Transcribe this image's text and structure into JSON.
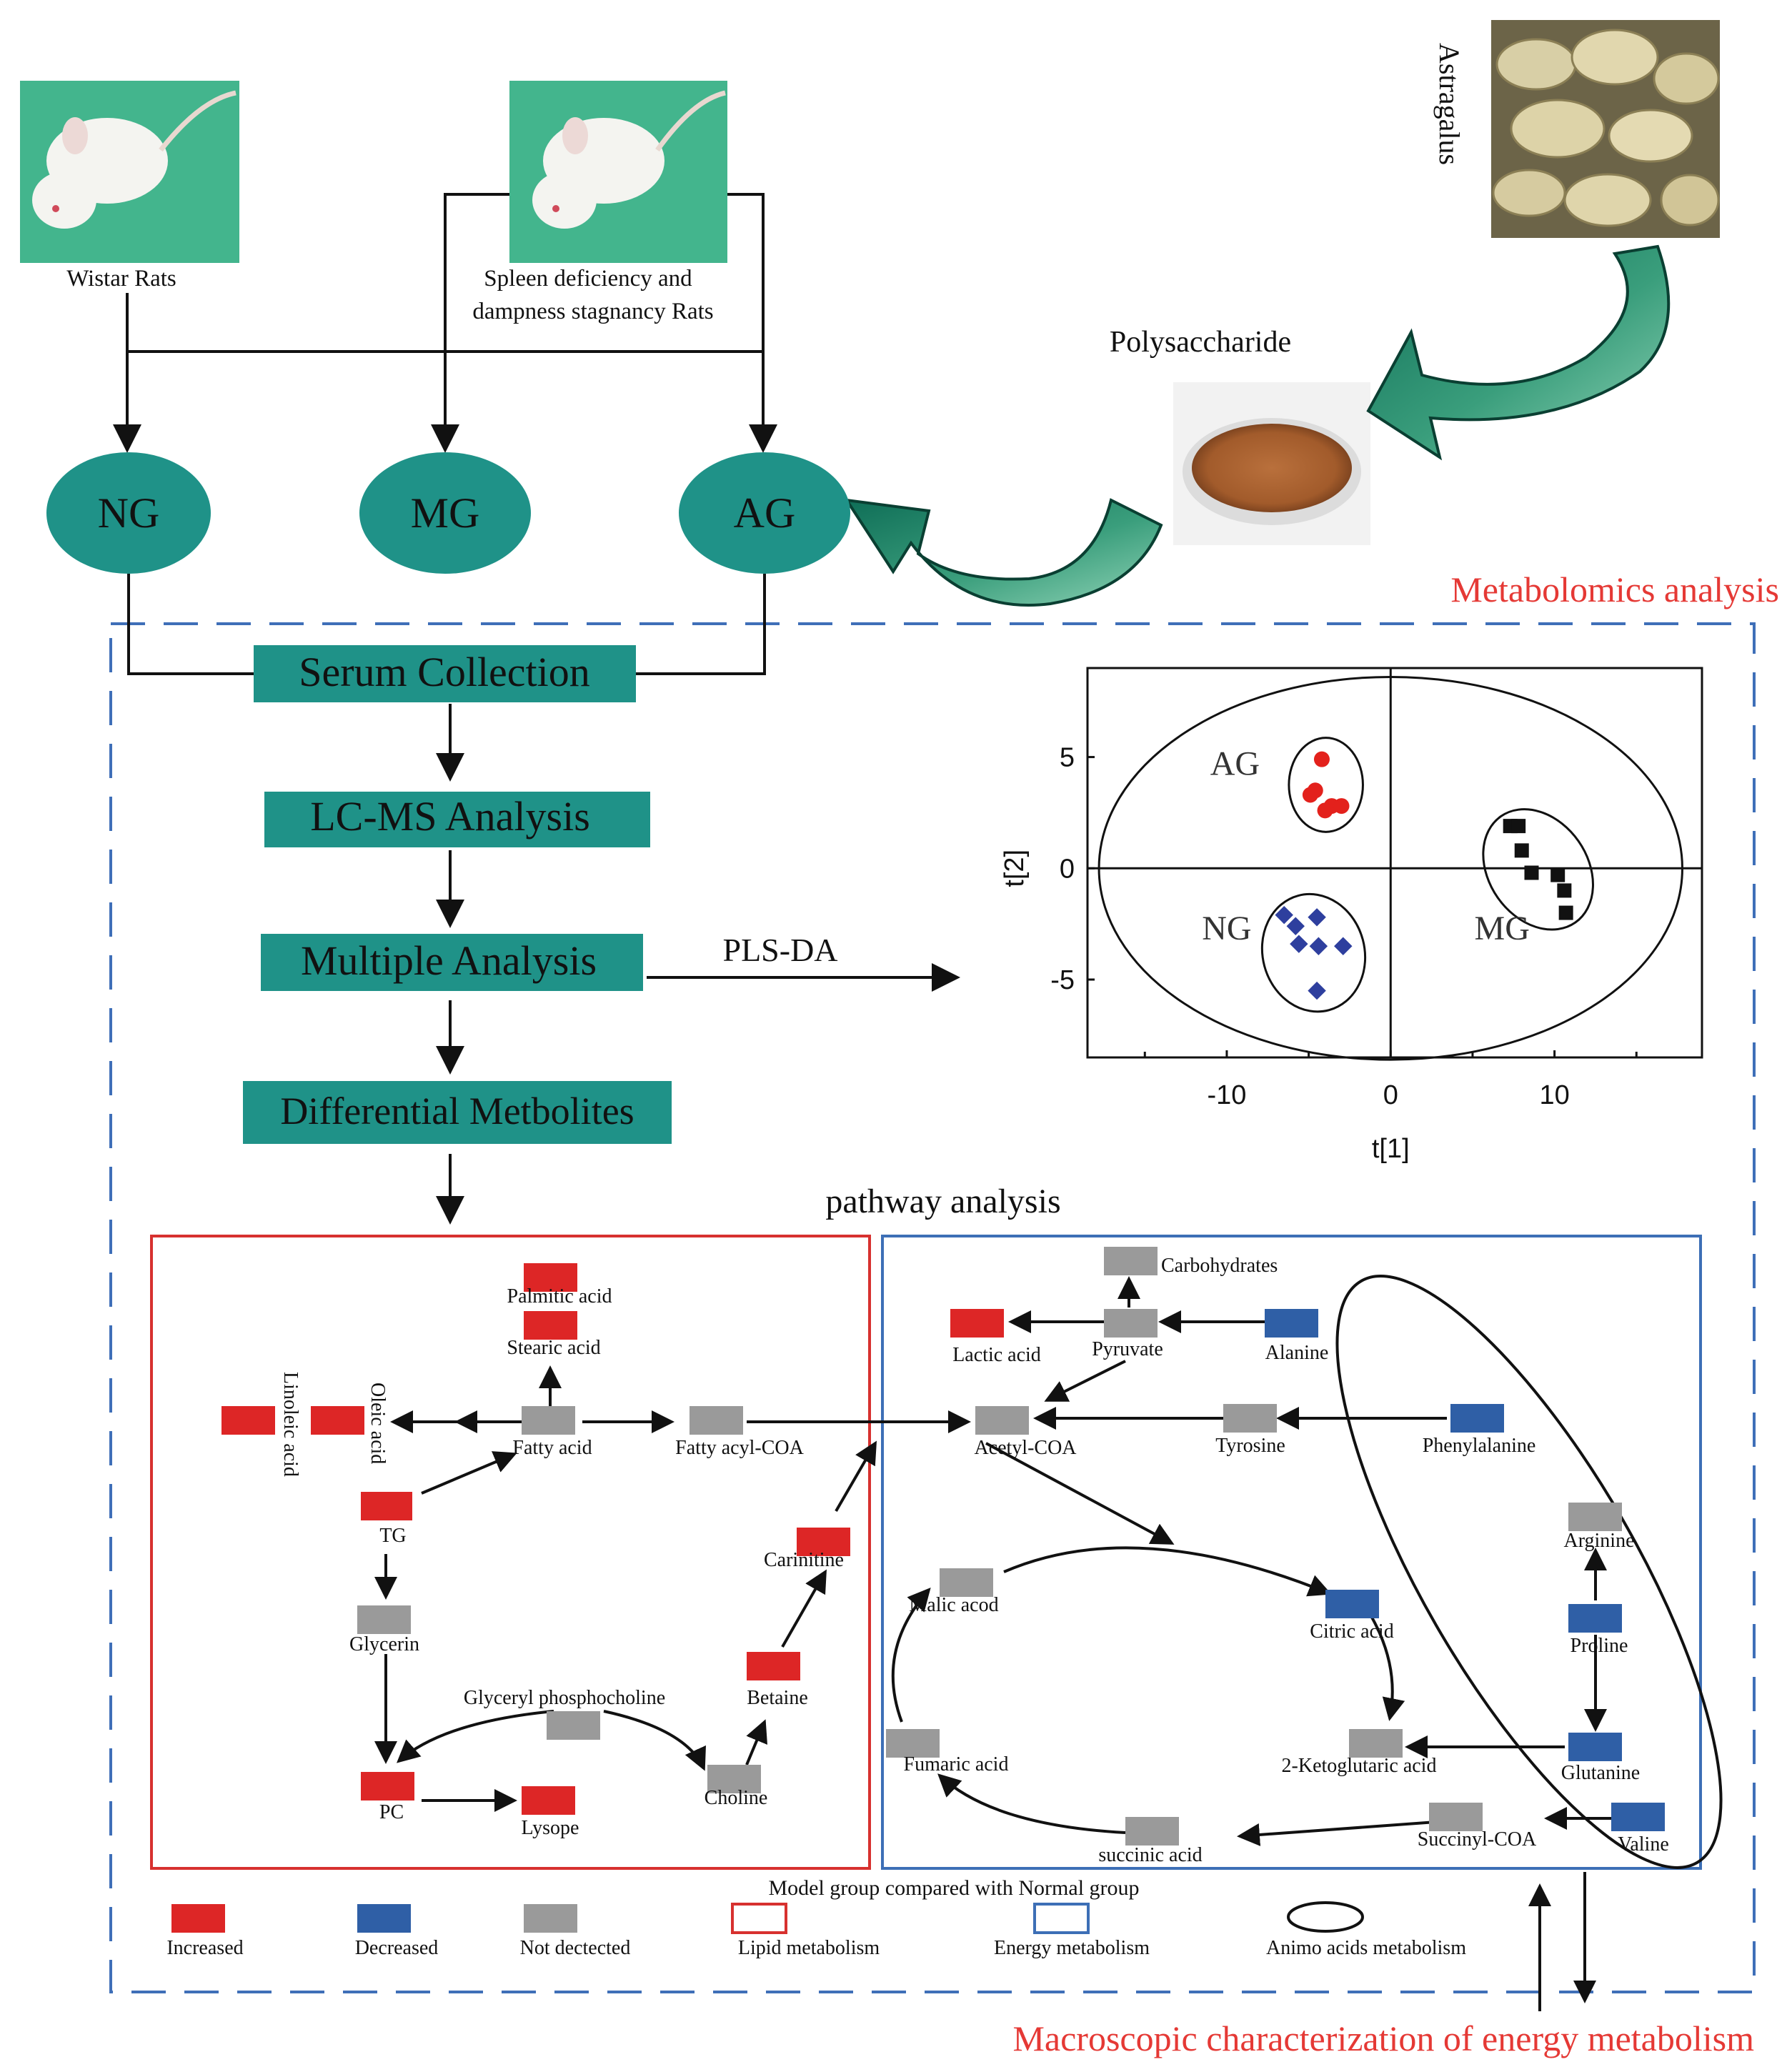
{
  "inputs": {
    "wistar_label": "Wistar Rats",
    "spleen_label_1": "Spleen deficiency and",
    "spleen_label_2": "dampness stagnancy Rats",
    "astragalus_label": "Astragalus",
    "polysaccharide_label": "Polysaccharide"
  },
  "groups": {
    "ng": "NG",
    "mg": "MG",
    "ag": "AG"
  },
  "section_title": "Metabolomics analysis",
  "flow": {
    "serum": "Serum Collection",
    "lcms": "LC-MS Analysis",
    "multiple": "Multiple Analysis",
    "differential": "Differential  Metbolites",
    "plsda": "PLS-DA"
  },
  "chart_data": {
    "type": "scatter",
    "xlabel": "t[1]",
    "ylabel": "t[2]",
    "xlim": [
      -18.5,
      19
    ],
    "ylim": [
      -8.5,
      9
    ],
    "xticks": [
      -10,
      0,
      10
    ],
    "yticks": [
      5,
      0,
      -5
    ],
    "series": [
      {
        "name": "AG",
        "marker": "circle",
        "color": "#e3211c",
        "points": [
          [
            -4.2,
            4.9
          ],
          [
            -4.6,
            3.5
          ],
          [
            -4.9,
            3.3
          ],
          [
            -3.6,
            2.8
          ],
          [
            -3.0,
            2.8
          ],
          [
            -4.0,
            2.6
          ]
        ]
      },
      {
        "name": "NG",
        "marker": "diamond",
        "color": "#2e3f9e",
        "points": [
          [
            -6.5,
            -2.1
          ],
          [
            -5.8,
            -2.6
          ],
          [
            -4.5,
            -2.2
          ],
          [
            -5.6,
            -3.4
          ],
          [
            -4.4,
            -3.5
          ],
          [
            -2.9,
            -3.5
          ],
          [
            -4.5,
            -5.5
          ]
        ]
      },
      {
        "name": "MG",
        "marker": "square",
        "color": "#111111",
        "points": [
          [
            7.3,
            1.9
          ],
          [
            7.8,
            1.9
          ],
          [
            8.0,
            0.8
          ],
          [
            8.6,
            -0.2
          ],
          [
            10.2,
            -0.3
          ],
          [
            10.6,
            -1.0
          ],
          [
            10.7,
            -2.0
          ]
        ]
      }
    ]
  },
  "pathway_title": "pathway analysis",
  "lipid": {
    "palmitic": "Palmitic acid",
    "stearic": "Stearic acid",
    "linoleic": "Linoleic acid",
    "oleic": "Oleic acid",
    "fatty_acid": "Fatty acid",
    "fatty_acyl_coa": "Fatty acyl-COA",
    "tg": "TG",
    "glycerin": "Glycerin",
    "glyceryl_pc": "Glyceryl phosphocholine",
    "pc": "PC",
    "lysope": "Lysope",
    "choline": "Choline",
    "betaine": "Betaine",
    "carnitine": "Carinitine"
  },
  "energy": {
    "carbohydrates": "Carbohydrates",
    "lactic": "Lactic acid",
    "pyruvate": "Pyruvate",
    "alanine": "Alanine",
    "acetyl_coa": "Acetyl-COA",
    "tyrosine": "Tyrosine",
    "phenylalanine": "Phenylalanine",
    "malic": "Malic acod",
    "citric": "Citric acid",
    "arginine": "Arginine",
    "proline": "Proline",
    "fumaric": "Fumaric acid",
    "ketoglutaric": "2-Ketoglutaric acid",
    "glutamine": "Glutanine",
    "succinic": "succinic acid",
    "succinyl_coa": "Succinyl-COA",
    "valine": "Valine"
  },
  "legend": {
    "title": "Model group compared with Normal group",
    "increased": "Increased",
    "decreased": "Decreased",
    "not_detected": "Not dectected",
    "lipid": "Lipid metabolism",
    "energy": "Energy metabolism",
    "amino": "Animo acids metabolism"
  },
  "footer": "Macroscopic characterization of energy metabolism",
  "colors": {
    "increased": "#dd2626",
    "decreased": "#2f5fa6",
    "not_detected": "#9a9a9a",
    "teal": "#1f9288",
    "accent_red": "#e53935",
    "dash_blue": "#3f6fb8"
  }
}
